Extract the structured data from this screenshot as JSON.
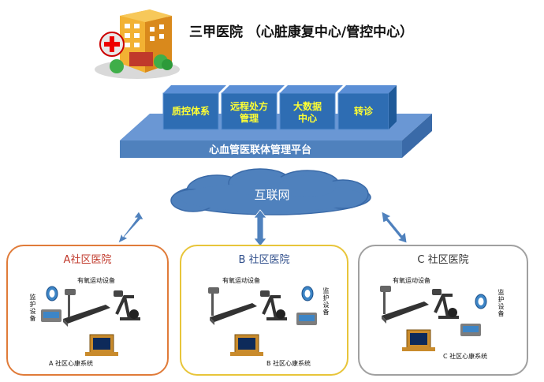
{
  "hospital": {
    "title": "三甲医院 （心脏康复中心/管控中心）"
  },
  "platform": {
    "label": "心血管医联体管理平台",
    "modules": [
      {
        "lines": [
          "质控体系"
        ]
      },
      {
        "lines": [
          "远程处方",
          "管理"
        ]
      },
      {
        "lines": [
          "大数据",
          "中心"
        ]
      },
      {
        "lines": [
          "转诊"
        ]
      }
    ]
  },
  "internet": {
    "label": "互联网"
  },
  "communities": [
    {
      "title": "A社区医院",
      "equipment": "有氧运动设备",
      "monitor": "监护设备",
      "system": "A 社区心康系统",
      "color": "#e07b39"
    },
    {
      "title": "B 社区医院",
      "equipment": "有氧运动设备",
      "monitor": "监护设备",
      "system": "B 社区心康系统",
      "color": "#e8c53a"
    },
    {
      "title": "C 社区医院",
      "equipment": "有氧运动设备",
      "monitor": "监护设备",
      "system": "C 社区心康系统",
      "color": "#a0a0a0"
    }
  ],
  "colors": {
    "platform": "#4f81bd",
    "platform_top": "#6a97d4",
    "module": "#2e6db3",
    "box_a": "#e07b39",
    "box_b": "#e8c53a",
    "box_c": "#a0a0a0"
  }
}
